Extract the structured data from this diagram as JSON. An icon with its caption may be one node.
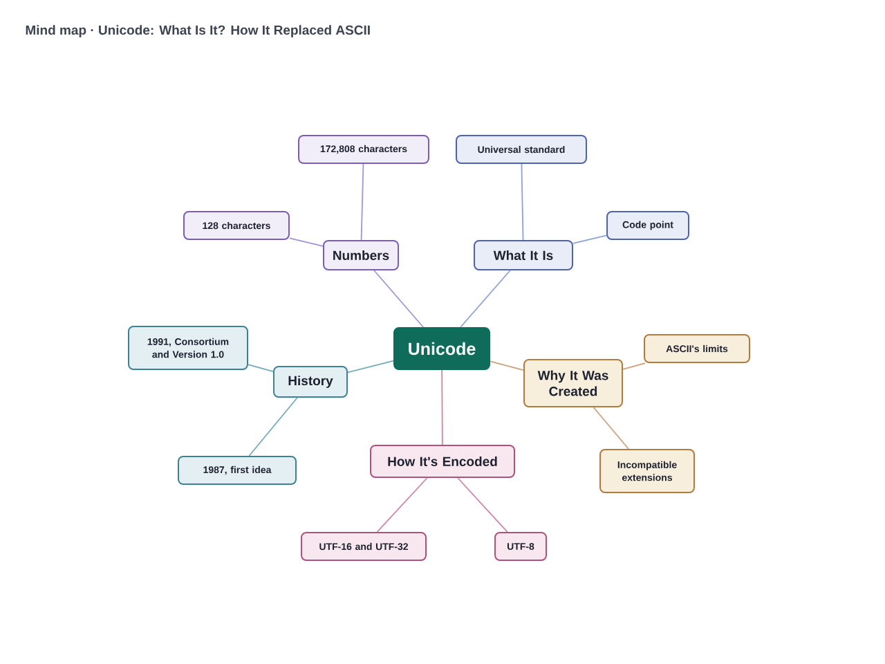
{
  "diagram": {
    "title": "Mind map · Unicode: What Is It? How It Replaced ASCII",
    "nodes": [
      {
        "text": [
          "Unicode"
        ]
      },
      {
        "text": [
          "Numbers"
        ]
      },
      {
        "text": [
          "172,808 characters"
        ]
      },
      {
        "text": [
          "128 characters"
        ]
      },
      {
        "text": [
          "What It Is"
        ]
      },
      {
        "text": [
          "Universal standard"
        ]
      },
      {
        "text": [
          "Code point"
        ]
      },
      {
        "text": [
          "History"
        ]
      },
      {
        "text": [
          "1991, Consortium and Version 1.0"
        ]
      },
      {
        "text": [
          "1987, first idea"
        ]
      },
      {
        "text": [
          "Why It Was Created"
        ]
      },
      {
        "text": [
          "ASCII's limits"
        ]
      },
      {
        "text": [
          "Incompatible extensions"
        ]
      },
      {
        "text": [
          "How It's Encoded"
        ]
      },
      {
        "text": [
          "UTF-16 and UTF-32"
        ]
      },
      {
        "text": [
          "UTF-8"
        ]
      }
    ],
    "edges": [
      {
        "from": 0,
        "to": 1,
        "arrow": "none",
        "color": "#a593d6"
      },
      {
        "from": 1,
        "to": 2,
        "arrow": "none",
        "color": "#a593d6"
      },
      {
        "from": 1,
        "to": 3,
        "arrow": "none",
        "color": "#a593d6"
      },
      {
        "from": 0,
        "to": 4,
        "arrow": "none",
        "color": "#8ea0da"
      },
      {
        "from": 4,
        "to": 5,
        "arrow": "none",
        "color": "#8ea0da"
      },
      {
        "from": 4,
        "to": 6,
        "arrow": "none",
        "color": "#8ea0da"
      },
      {
        "from": 0,
        "to": 7,
        "arrow": "none",
        "color": "#74aab8"
      },
      {
        "from": 7,
        "to": 8,
        "arrow": "none",
        "color": "#74aab8"
      },
      {
        "from": 7,
        "to": 9,
        "arrow": "none",
        "color": "#74aab8"
      },
      {
        "from": 0,
        "to": 10,
        "arrow": "none",
        "color": "#c9a27a"
      },
      {
        "from": 10,
        "to": 11,
        "arrow": "none",
        "color": "#c9a27a"
      },
      {
        "from": 10,
        "to": 12,
        "arrow": "none",
        "color": "#c9a27a"
      },
      {
        "from": 0,
        "to": 13,
        "arrow": "none",
        "color": "#d084a6"
      },
      {
        "from": 13,
        "to": 14,
        "arrow": "none",
        "color": "#d084a6"
      },
      {
        "from": 13,
        "to": 15,
        "arrow": "none",
        "color": "#d084a6"
      }
    ]
  }
}
